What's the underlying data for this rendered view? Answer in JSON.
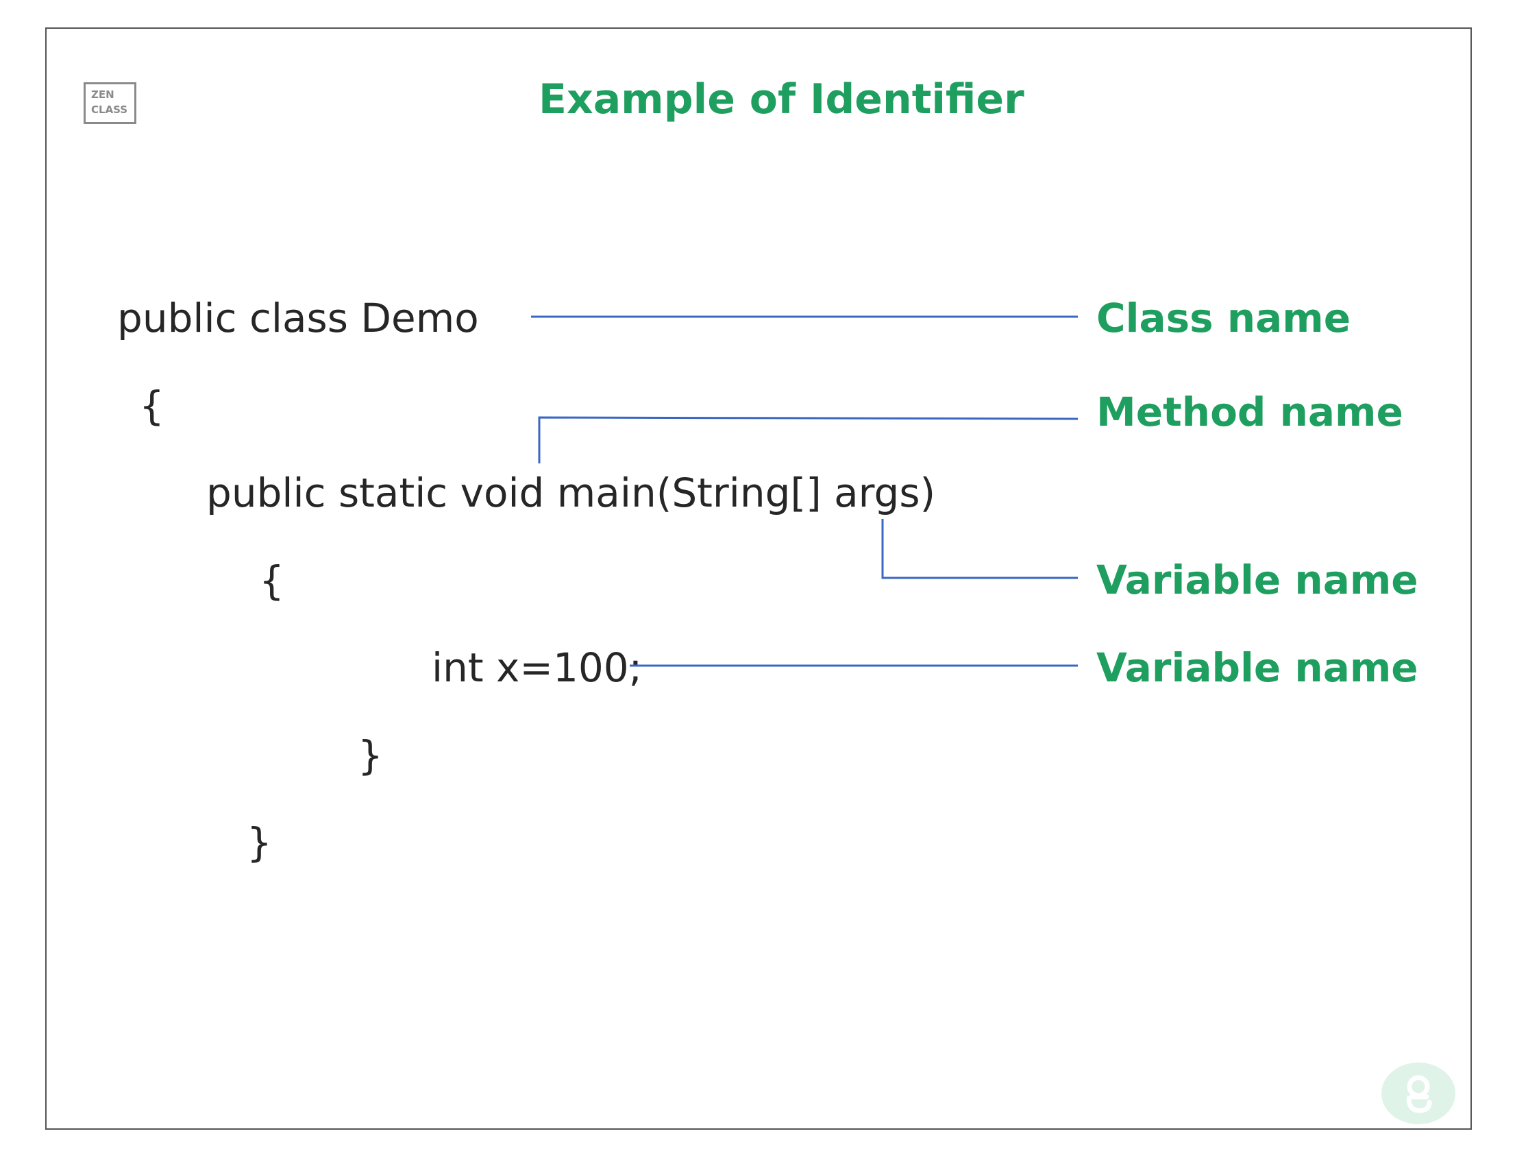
{
  "logo": {
    "line1": "ZEN",
    "line2": "CLASS"
  },
  "title": "Example of Identifier",
  "code_lines": [
    "public class Demo",
    "{",
    "public static void main(String[] args)",
    "{",
    "int x=100;",
    "}",
    "}"
  ],
  "labels": {
    "class_name": "Class name",
    "method_name": "Method name",
    "variable_name_args": "Variable name",
    "variable_name_x": "Variable name"
  },
  "colors": {
    "accent_green": "#1e9e5f",
    "connector_blue": "#3a66c4",
    "code_text": "#262626",
    "frame_border": "#555555",
    "badge_bg": "#dff3e8"
  },
  "icons": {
    "corner_badge": "brand-badge-icon"
  }
}
